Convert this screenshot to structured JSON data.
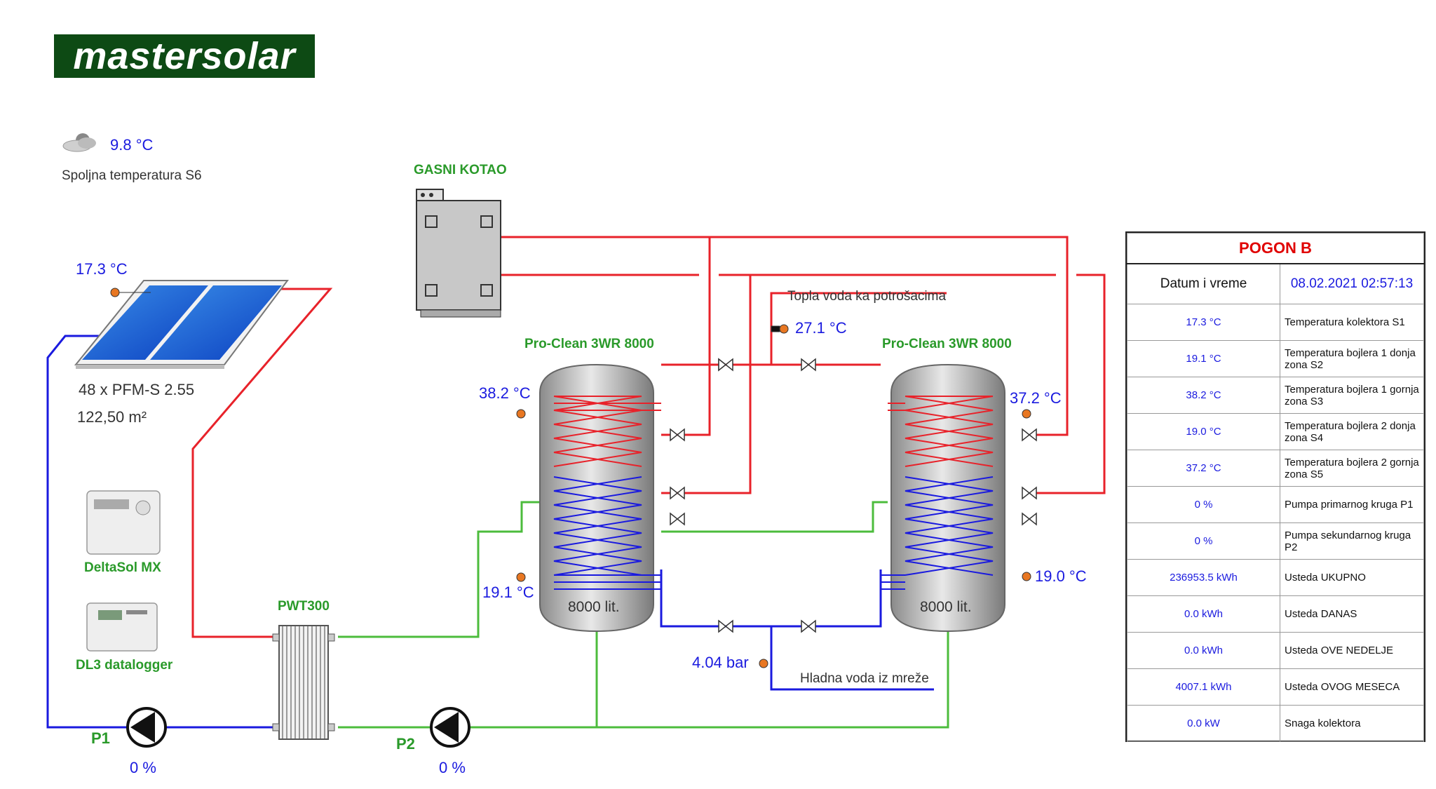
{
  "brand": "mastersolar",
  "weather": {
    "icon": "cloud-sun-icon",
    "temperature": "9.8 °C",
    "label": "Spoljna temperatura S6"
  },
  "collector": {
    "temperature": "17.3 °C",
    "model": "48 x PFM-S 2.55",
    "area": "122,50 m²"
  },
  "devices": {
    "controller": "DeltaSol MX",
    "logger": "DL3 datalogger"
  },
  "boiler": {
    "label": "GASNI KOTAO"
  },
  "heat_exchanger": {
    "label": "PWT300"
  },
  "tank1": {
    "title": "Pro-Clean 3WR 8000",
    "top_temp": "38.2 °C",
    "bottom_temp": "19.1 °C",
    "volume": "8000 lit."
  },
  "tank2": {
    "title": "Pro-Clean 3WR 8000",
    "top_temp": "37.2 °C",
    "bottom_temp": "19.0 °C",
    "volume": "8000 lit."
  },
  "hot_water": {
    "label": "Topla voda ka potrošacima",
    "temperature": "27.1 °C"
  },
  "cold_water": {
    "label": "Hladna voda iz mreže",
    "pressure": "4.04 bar"
  },
  "pumps": [
    {
      "name": "P1",
      "value": "0 %"
    },
    {
      "name": "P2",
      "value": "0 %"
    }
  ],
  "panel": {
    "title": "POGON B",
    "datetime_label": "Datum i vreme",
    "datetime_value": "08.02.2021 02:57:13",
    "rows": [
      {
        "value": "17.3 °C",
        "label": "Temperatura kolektora S1"
      },
      {
        "value": "19.1 °C",
        "label": "Temperatura bojlera 1 donja zona S2"
      },
      {
        "value": "38.2 °C",
        "label": "Temperatura bojlera 1 gornja zona S3"
      },
      {
        "value": "19.0 °C",
        "label": "Temperatura bojlera 2 donja zona S4"
      },
      {
        "value": "37.2 °C",
        "label": "Temperatura bojlera 2 gornja zona S5"
      },
      {
        "value": "0 %",
        "label": "Pumpa primarnog kruga P1"
      },
      {
        "value": "0 %",
        "label": "Pumpa sekundarnog kruga P2"
      },
      {
        "value": "236953.5 kWh",
        "label": "Usteda UKUPNO"
      },
      {
        "value": "0.0 kWh",
        "label": "Usteda DANAS"
      },
      {
        "value": "0.0 kWh",
        "label": "Usteda OVE NEDELJE"
      },
      {
        "value": "4007.1 kWh",
        "label": "Usteda OVOG MESECA"
      },
      {
        "value": "0.0 kW",
        "label": "Snaga kolektora"
      }
    ]
  },
  "colors": {
    "hot_pipe": "#e8222a",
    "cold_pipe": "#1a1adf",
    "secondary_pipe": "#4cbc3c",
    "sensor": "#e87722",
    "brand_bg": "#0d4a14"
  }
}
